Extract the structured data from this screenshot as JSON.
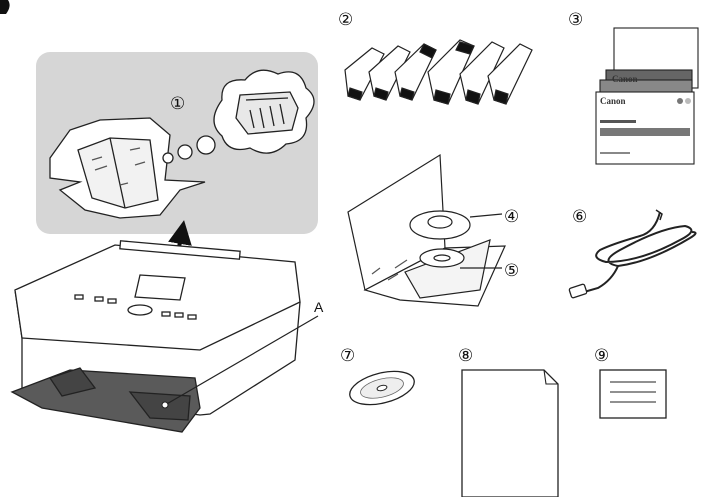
{
  "item_numbers": {
    "print_head": "①",
    "ink_tanks": "②",
    "manuals": "③",
    "disc_tray_guide": "④",
    "disc_tray": "⑤",
    "power_cord": "⑥",
    "setup_cd": "⑦",
    "sheet_8": "⑧",
    "sheet_9": "⑨"
  },
  "printer_callout": "A",
  "manual_brand_back": "Canon",
  "manual_brand_front": "Canon",
  "colors": {
    "panel": "#d6d6d6",
    "line": "#222222",
    "arrow": "#111111"
  }
}
